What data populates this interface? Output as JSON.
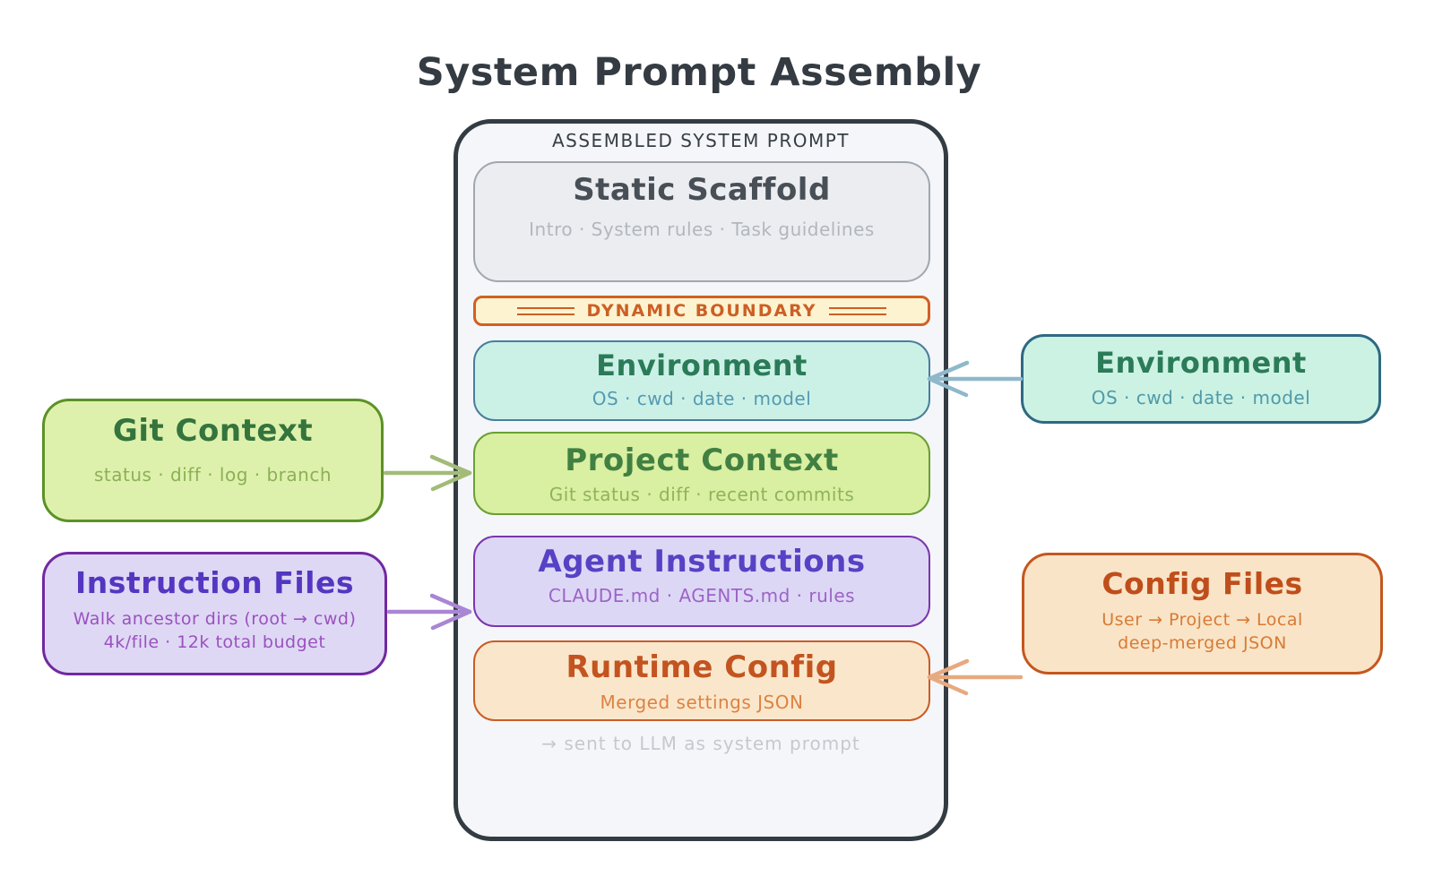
{
  "title": "System Prompt Assembly",
  "assembled_prompt": {
    "label": "ASSEMBLED SYSTEM PROMPT",
    "sections": [
      {
        "name": "static-scaffold",
        "title": "Static Scaffold",
        "subtitle": "Intro · System rules · Task guidelines"
      },
      {
        "name": "dynamic-boundary",
        "title": "DYNAMIC BOUNDARY",
        "subtitle": ""
      },
      {
        "name": "environment",
        "title": "Environment",
        "subtitle": "OS · cwd · date · model"
      },
      {
        "name": "project-context",
        "title": "Project Context",
        "subtitle": "Git status · diff · recent commits"
      },
      {
        "name": "agent-instructions",
        "title": "Agent Instructions",
        "subtitle": "CLAUDE.md · AGENTS.md · rules"
      },
      {
        "name": "runtime-config",
        "title": "Runtime Config",
        "subtitle": "Merged settings JSON"
      }
    ],
    "footer_note": "→ sent to LLM as system prompt"
  },
  "sources": {
    "git_context": {
      "title": "Git Context",
      "lines": [
        "status · diff · log · branch"
      ]
    },
    "instruction_files": {
      "title": "Instruction Files",
      "lines": [
        "Walk ancestor dirs (root → cwd)",
        "4k/file · 12k total budget"
      ]
    },
    "environment": {
      "title": "Environment",
      "lines": [
        "OS · cwd · date · model"
      ]
    },
    "config_files": {
      "title": "Config Files",
      "lines": [
        "User → Project → Local",
        "deep-merged JSON"
      ]
    }
  },
  "connections": [
    {
      "from": "git-context",
      "to": "project-context",
      "direction": "right",
      "color": "#a2bc77"
    },
    {
      "from": "instruction-files",
      "to": "agent-instructions",
      "direction": "right",
      "color": "#a986d3"
    },
    {
      "from": "environment",
      "to": "environment-card",
      "direction": "left",
      "color": "#8fb8ca"
    },
    {
      "from": "config-files",
      "to": "runtime-config",
      "direction": "left",
      "color": "#e7aa80"
    }
  ],
  "colors": {
    "ink": "#343b42",
    "container_bg": "#f5f6f9",
    "static_gray_border": "#a0a7b0",
    "boundary_orange": "#d15f27",
    "environment_teal_bg": "#cbf1e7",
    "project_green_border": "#6b9f33",
    "agent_purple_border": "#7c36ad",
    "runtime_orange_border": "#ca5c26",
    "git_green_border": "#5c9127",
    "instruction_purple_border": "#7129a1",
    "env_source_border": "#2e6982",
    "config_orange_border": "#c4571e"
  }
}
